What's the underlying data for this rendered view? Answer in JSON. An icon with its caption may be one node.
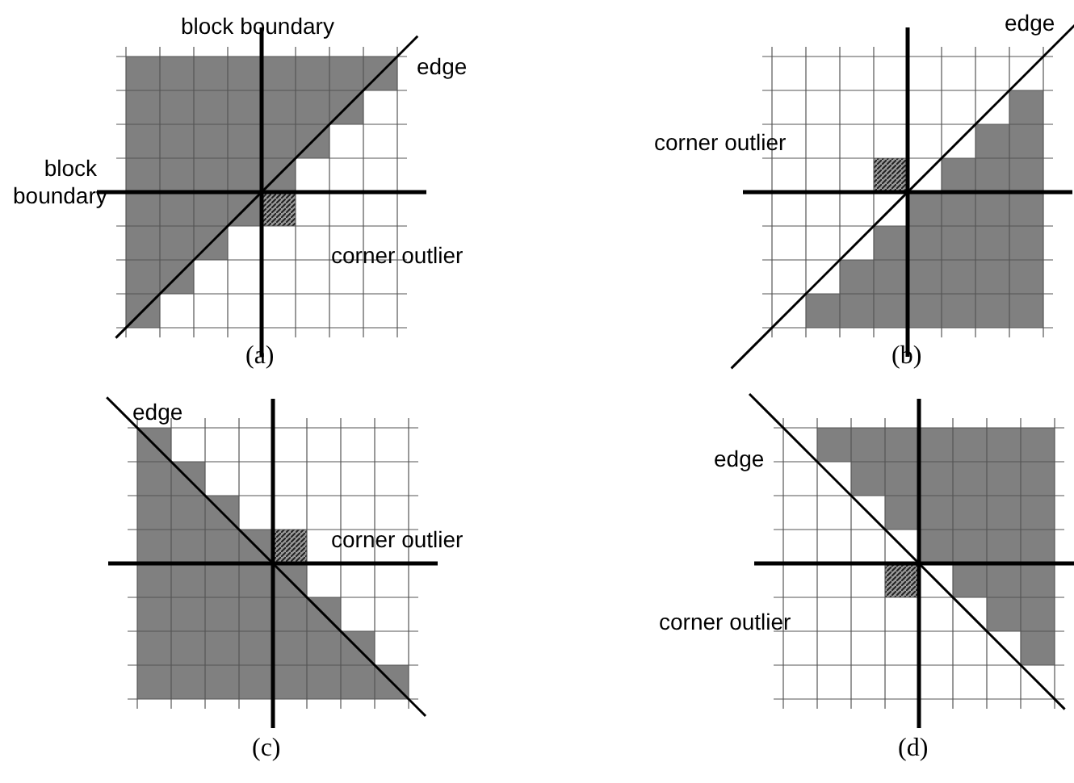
{
  "diagram": {
    "labels": [
      "block boundary",
      "edge",
      "block boundary",
      "corner outlier",
      "(a)",
      "edge",
      "corner outlier",
      "(b)",
      "edge",
      "corner outlier",
      "(c)",
      "edge",
      "corner outlier",
      "(d)"
    ]
  }
}
